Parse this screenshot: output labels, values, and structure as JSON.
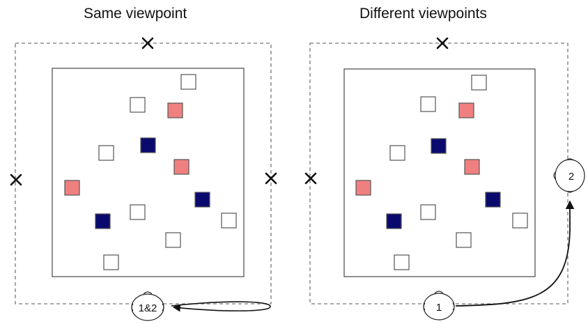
{
  "panels": [
    {
      "title": "Same viewpoint",
      "viewer_labels": [
        "1&2"
      ]
    },
    {
      "title": "Different viewpoints",
      "viewer_labels": [
        "1",
        "2"
      ]
    }
  ],
  "marker_symbol": "×",
  "colors": {
    "white_square": "#ffffff",
    "pink_square": "#f08080",
    "navy_square": "#0a0a6e",
    "outline": "#555555",
    "dashed_boundary": "#777777"
  },
  "icons": {
    "viewer": "head-icon",
    "boundary_marker": "x-marker-icon",
    "path": "arrow-path-icon"
  }
}
